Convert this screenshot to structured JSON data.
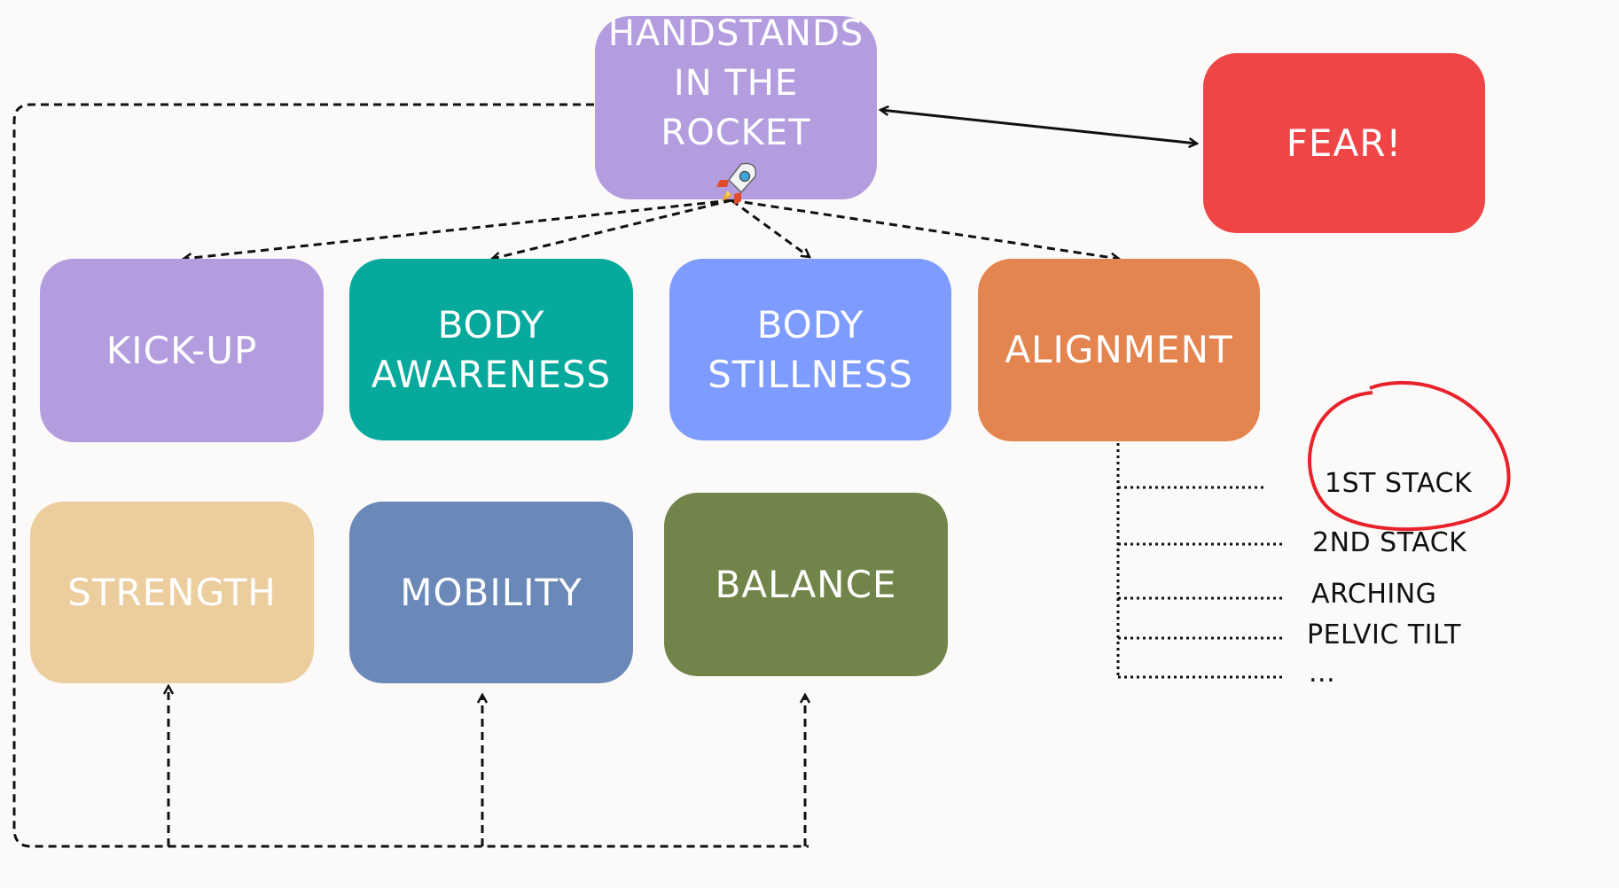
{
  "nodes": {
    "root": {
      "label": "HANDSTANDS\nIN THE ROCKET",
      "color": "#b39ddf"
    },
    "fear": {
      "label": "FEAR!",
      "color": "#f04547"
    },
    "kickup": {
      "label": "KICK-UP",
      "color": "#b39ddf"
    },
    "body_awareness": {
      "label": "BODY\nAWARENESS",
      "color": "#07a99c"
    },
    "body_stillness": {
      "label": "BODY\nSTILLNESS",
      "color": "#7e9bff"
    },
    "alignment": {
      "label": "ALIGNMENT",
      "color": "#e4844f"
    },
    "strength": {
      "label": "STRENGTH",
      "color": "#eccd9d"
    },
    "mobility": {
      "label": "MOBILITY",
      "color": "#6a88b8"
    },
    "balance": {
      "label": "BALANCE",
      "color": "#718449"
    }
  },
  "alignment_items": [
    "1ST STACK",
    "2ND STACK",
    "ARCHING",
    "PELVIC TILT",
    "..."
  ],
  "icons": {
    "root": "rocket-icon"
  },
  "highlight": {
    "item": "1ST STACK",
    "color": "#e8212a"
  }
}
